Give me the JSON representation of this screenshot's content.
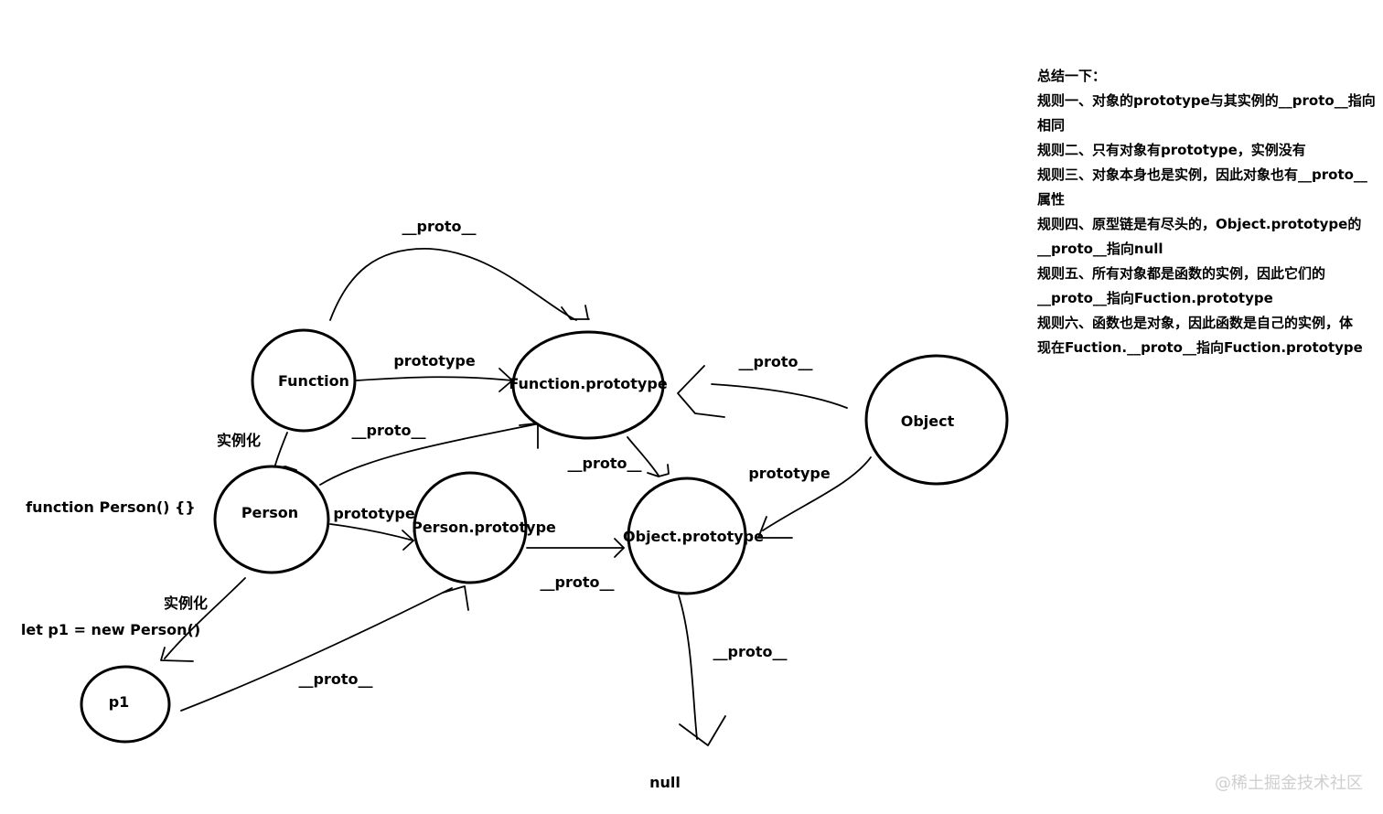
{
  "nodes": {
    "function": "Function",
    "function_prototype": "Function.prototype",
    "object": "Object",
    "person": "Person",
    "person_prototype": "Person.prototype",
    "object_prototype": "Object.prototype",
    "p1": "p1",
    "null": "null"
  },
  "edge_labels": {
    "function_proto_top": "__proto__",
    "function_prototype": "prototype",
    "person_proto": "__proto__",
    "function_instantiate": "实例化",
    "fp_proto": "__proto__",
    "object_proto": "__proto__",
    "object_prototype": "prototype",
    "person_prototype": "prototype",
    "pp_proto": "__proto__",
    "p1_instantiate": "实例化",
    "p1_proto": "__proto__",
    "op_proto": "__proto__"
  },
  "code_labels": {
    "person_def": "function Person() {}",
    "p1_def": "let p1 = new Person()"
  },
  "notes": {
    "title": "总结一下：",
    "lines": [
      "规则一、对象的prototype与其实例的__proto__指向",
      "相同",
      "规则二、只有对象有prototype，实例没有",
      "规则三、对象本身也是实例，因此对象也有__proto__",
      "属性",
      "规则四、原型链是有尽头的，Object.prototype的",
      "__proto__指向null",
      "规则五、所有对象都是函数的实例，因此它们的",
      "__proto__指向Fuction.prototype",
      "规则六、函数也是对象，因此函数是自己的实例，体",
      "现在Fuction.__proto__指向Fuction.prototype"
    ]
  },
  "watermark": "@稀土掘金技术社区"
}
